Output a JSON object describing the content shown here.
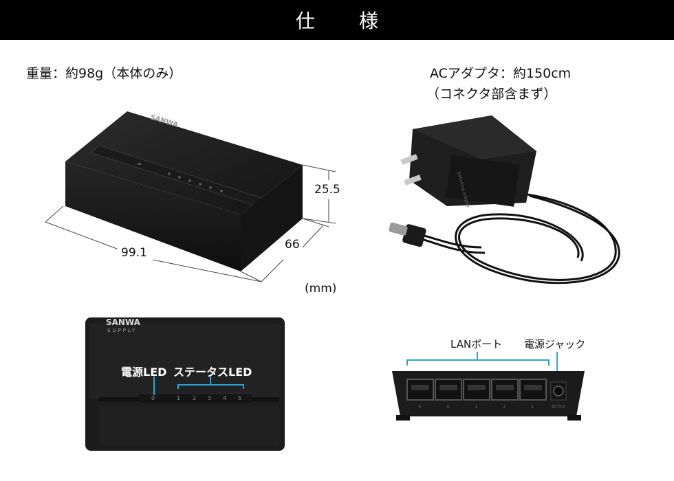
{
  "header": {
    "title": "仕　様"
  },
  "weight": {
    "text": "重量：約98g（本体のみ）"
  },
  "adapter": {
    "line1": "ACアダプタ：約150cm",
    "line2": "（コネクタ部含まず）"
  },
  "dimensions": {
    "height": "25.5",
    "width": "99.1",
    "depth": "66",
    "unit": "(mm)"
  },
  "brand": {
    "name": "SANWA",
    "sub": "SUPPLY"
  },
  "front_view": {
    "power_led_label": "電源LED",
    "status_led_label": "ステータスLED",
    "led_numbers": [
      "0",
      "1",
      "2",
      "3",
      "4",
      "5"
    ]
  },
  "back_view": {
    "lan_port_label": "LANポート",
    "power_jack_label": "電源ジャック",
    "port_numbers": [
      "5",
      "4",
      "1",
      "2",
      "1"
    ],
    "power_text": "DC5V"
  },
  "colors": {
    "accent": "#2aa6d6",
    "device": "#1c1c1c"
  }
}
